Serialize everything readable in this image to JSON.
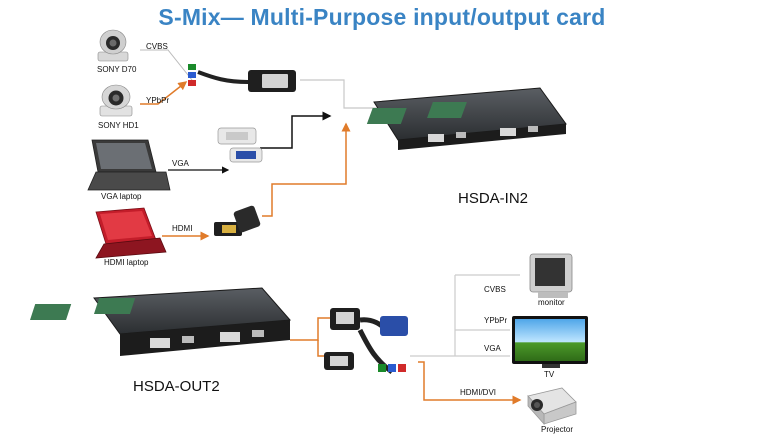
{
  "title": "S-Mix— Multi-Purpose input/output card",
  "inputs": {
    "camera1_name": "SONY D70",
    "camera2_name": "SONY HD1",
    "vga_laptop_name": "VGA laptop",
    "hdmi_laptop_name": "HDMI laptop",
    "cvbs_label": "CVBS",
    "ypbpr_label": "YPbPr",
    "vga_label": "VGA",
    "hdmi_label": "HDMI"
  },
  "boards": {
    "input_card": "HSDA-IN2",
    "output_card": "HSDA-OUT2"
  },
  "outputs": {
    "cvbs_label": "CVBS",
    "ypbpr_label": "YPbPr",
    "vga_label": "VGA",
    "hdmi_dvi_label": "HDMI/DVI",
    "monitor_name": "monitor",
    "tv_name": "TV",
    "projector_name": "Projector"
  },
  "colors": {
    "title": "#3a84c4",
    "digital_link": "#e07b2a",
    "analog_link": "#111111",
    "connector_line": "#c8c8c8"
  }
}
